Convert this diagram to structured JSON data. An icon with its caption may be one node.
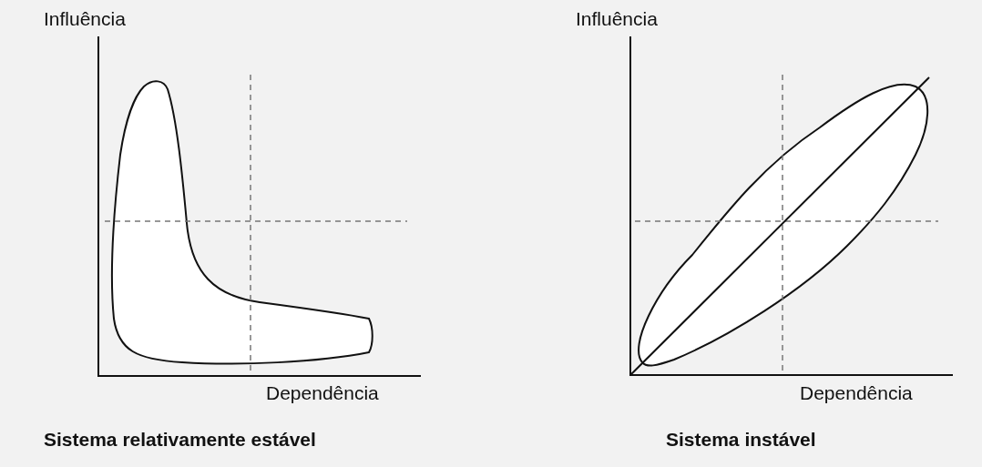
{
  "diagram": {
    "labels": [
      "Influência",
      "Influência",
      "Dependência",
      "Dependência",
      "Sistema relativamente estável",
      "Sistema instável"
    ]
  }
}
